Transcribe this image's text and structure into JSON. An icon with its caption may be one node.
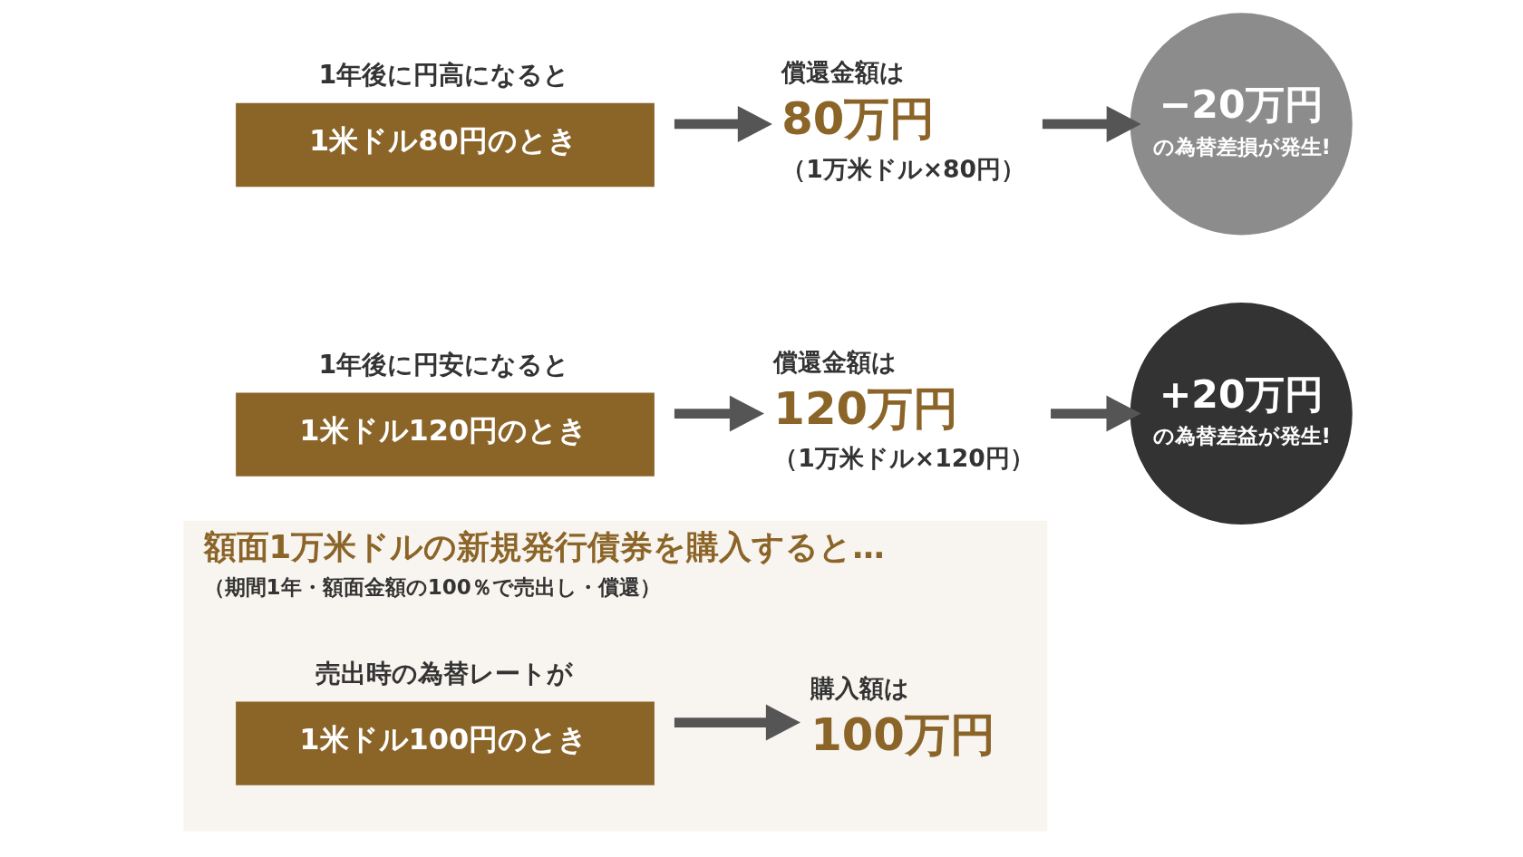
{
  "diagram": {
    "nodes": [
      {
        "text": [
          "額面1万米ドルの新規発行債券を購入すると…",
          "（期間1年・額面金額の100％で売出し・償還）"
        ]
      },
      {
        "text": [
          "売出時の為替レートが",
          "1米ドル100円のとき"
        ],
        "in": 0
      },
      {
        "text": [
          "購入額は",
          "100万円"
        ],
        "in": 0
      },
      {
        "text": [
          "1年後に円安になると",
          "1米ドル120円のとき"
        ]
      },
      {
        "text": [
          "償還金額は",
          "120万円",
          "（1万米ドル×120円）"
        ]
      },
      {
        "text": [
          "+20万円",
          "の為替差益が発生!"
        ]
      },
      {
        "text": [
          "1年後に円高になると",
          "1米ドル80円のとき"
        ]
      },
      {
        "text": [
          "償還金額は",
          "80万円",
          "（1万米ドル×80円）"
        ]
      },
      {
        "text": [
          "−20万円",
          "の為替差損が発生!"
        ]
      }
    ],
    "edges": [
      {
        "from": 1,
        "to": 2,
        "arrow": "to"
      },
      {
        "from": 3,
        "to": 4,
        "arrow": "to"
      },
      {
        "from": 4,
        "to": 5,
        "arrow": "to"
      },
      {
        "from": 6,
        "to": 7,
        "arrow": "to"
      },
      {
        "from": 7,
        "to": 8,
        "arrow": "to"
      }
    ]
  }
}
